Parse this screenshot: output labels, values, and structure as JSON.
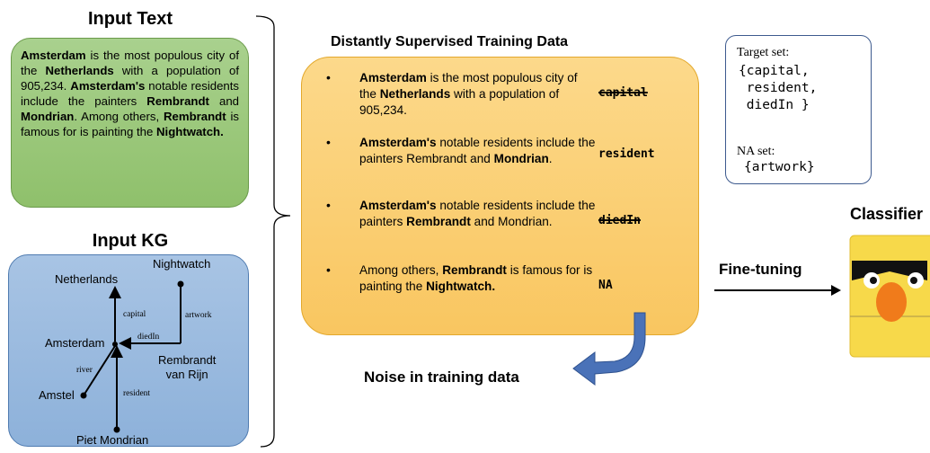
{
  "input_text": {
    "title": "Input Text",
    "parts": [
      {
        "t": "Amsterdam",
        "b": true
      },
      {
        "t": " is the most populous city of the ",
        "b": false
      },
      {
        "t": "Netherlands",
        "b": true
      },
      {
        "t": " with a population of 905,234. ",
        "b": false
      },
      {
        "t": "Amsterdam's",
        "b": true
      },
      {
        "t": " notable residents include the painters ",
        "b": false
      },
      {
        "t": "Rembrandt",
        "b": true
      },
      {
        "t": " and ",
        "b": false
      },
      {
        "t": "Mondrian",
        "b": true
      },
      {
        "t": ". Among others, ",
        "b": false
      },
      {
        "t": "Rembrandt",
        "b": true
      },
      {
        "t": " is famous for is painting the ",
        "b": false
      },
      {
        "t": "Nightwatch.",
        "b": true
      }
    ]
  },
  "input_kg": {
    "title": "Input KG",
    "nodes": {
      "netherlands": "Netherlands",
      "nightwatch": "Nightwatch",
      "amsterdam": "Amsterdam",
      "rembrandt_1": "Rembrandt",
      "rembrandt_2": "van Rijn",
      "amstel": "Amstel",
      "mondrian": "Piet Mondrian"
    },
    "edges": {
      "capital": "capital",
      "artwork": "artwork",
      "diedIn": "diedIn",
      "river": "river",
      "resident": "resident"
    }
  },
  "training": {
    "title": "Distantly Supervised Training Data",
    "bullet": "•",
    "rows": [
      {
        "parts": [
          {
            "t": "Amsterdam",
            "b": true
          },
          {
            "t": " is the most populous city of the ",
            "b": false
          },
          {
            "t": "Netherlands",
            "b": true
          },
          {
            "t": " with a population of 905,234.",
            "b": false
          }
        ],
        "label": "capital",
        "struck": true
      },
      {
        "parts": [
          {
            "t": "Amsterdam's",
            "b": true
          },
          {
            "t": " notable residents include the painters Rembrandt and ",
            "b": false
          },
          {
            "t": "Mondrian",
            "b": true
          },
          {
            "t": ".",
            "b": false
          }
        ],
        "label": "resident",
        "struck": false
      },
      {
        "parts": [
          {
            "t": "Amsterdam's",
            "b": true
          },
          {
            "t": " notable residents include the painters ",
            "b": false
          },
          {
            "t": "Rembrandt",
            "b": true
          },
          {
            "t": " and Mondrian.",
            "b": false
          }
        ],
        "label": "diedIn",
        "struck": true
      },
      {
        "parts": [
          {
            "t": "Among others, ",
            "b": false
          },
          {
            "t": "Rembrandt",
            "b": true
          },
          {
            "t": " is famous for is painting the ",
            "b": false
          },
          {
            "t": "Nightwatch.",
            "b": true
          }
        ],
        "label": "NA",
        "struck": false
      }
    ]
  },
  "target_set": {
    "title": "Target set:",
    "values": "{capital,\n resident,\n diedIn }",
    "na_title": "NA set:",
    "na_values": "{artwork}"
  },
  "noise_label": "Noise in training data",
  "finetune_label": "Fine-tuning",
  "classifier_label": "Classifier",
  "colors": {
    "green": "#a9d18e",
    "blue": "#8db1da",
    "orange": "#f9c660",
    "arrow_blue": "#4a72b8"
  }
}
